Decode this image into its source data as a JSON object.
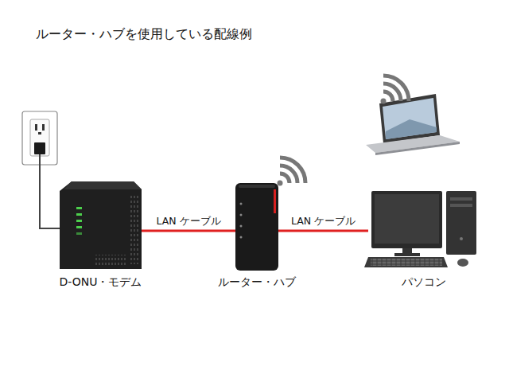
{
  "diagram": {
    "title": "ルーター・ハブを使用している配線例",
    "nodes": [
      {
        "text": [
          "D-ONU・モデム"
        ]
      },
      {
        "text": [
          "ルーター・ハブ"
        ]
      },
      {
        "text": [
          "パソコン"
        ]
      }
    ],
    "edges": [
      {
        "from": 0,
        "to": 1,
        "arrow": "none",
        "label": "LAN ケーブル"
      },
      {
        "from": 1,
        "to": 2,
        "arrow": "none",
        "label": "LAN ケーブル"
      }
    ]
  }
}
